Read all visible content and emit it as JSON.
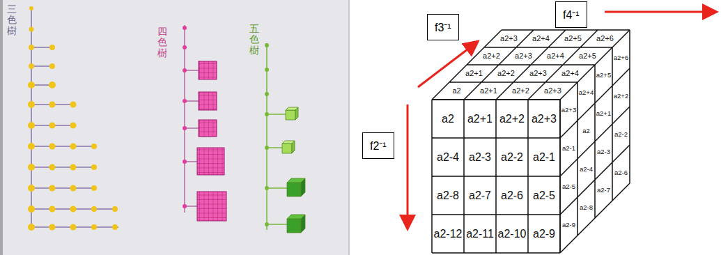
{
  "diagram": {
    "nodes": [
      {
        "text": [
          "f3⁻¹"
        ]
      },
      {
        "text": [
          "f4⁻¹"
        ]
      },
      {
        "text": [
          "f2⁻¹"
        ]
      }
    ],
    "labels": [
      "三色樹",
      "四色樹",
      "五色樹",
      "a2+3",
      "a2+4",
      "a2+5",
      "a2+6",
      "a2+2",
      "a2+3",
      "a2+4",
      "a2+5",
      "a2+1",
      "a2+2",
      "a2+3",
      "a2+4",
      "a2",
      "a2+1",
      "a2+2",
      "a2+3",
      "a2",
      "a2+1",
      "a2+2",
      "a2+3",
      "a2-4",
      "a2-3",
      "a2-2",
      "a2-1",
      "a2-8",
      "a2-7",
      "a2-6",
      "a2-5",
      "a2-12",
      "a2-11",
      "a2-10",
      "a2-9",
      "a2+3",
      "a2+4",
      "a2+5",
      "a2+6",
      "a2-1",
      "a2",
      "a2+1",
      "a2+2",
      "a2-5",
      "a2-4",
      "a2-3",
      "a2-2",
      "a2-9",
      "a2-8",
      "a2-7",
      "a2-6"
    ]
  }
}
